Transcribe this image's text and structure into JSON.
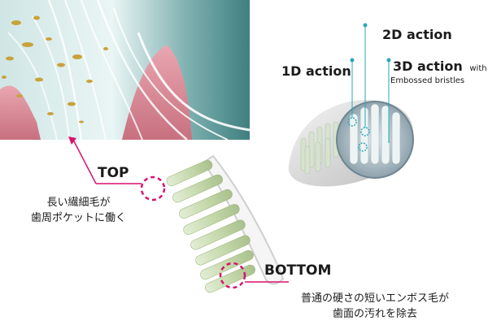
{
  "bristle_3d": {
    "action_1d": "1D action",
    "action_2d": "2D action",
    "action_3d": "3D action",
    "action_3d_with": "with",
    "embossed": "Embossed bristles"
  },
  "brush_side": {
    "top_label": "TOP",
    "top_desc_line1": "長い繊細毛が",
    "top_desc_line2": "歯周ポケットに働く",
    "bottom_label": "BOTTOM",
    "bottom_desc_line1": "普通の硬さの短いエンボス毛が",
    "bottom_desc_line2": "歯面の汚れを除去"
  },
  "colors": {
    "accent_pink": "#d8126f",
    "pointer_teal": "#2aa7b8",
    "gum_pink": "#d98896",
    "bristle_green": "#c9dcb0",
    "plaque_gold": "#c9a23a"
  }
}
